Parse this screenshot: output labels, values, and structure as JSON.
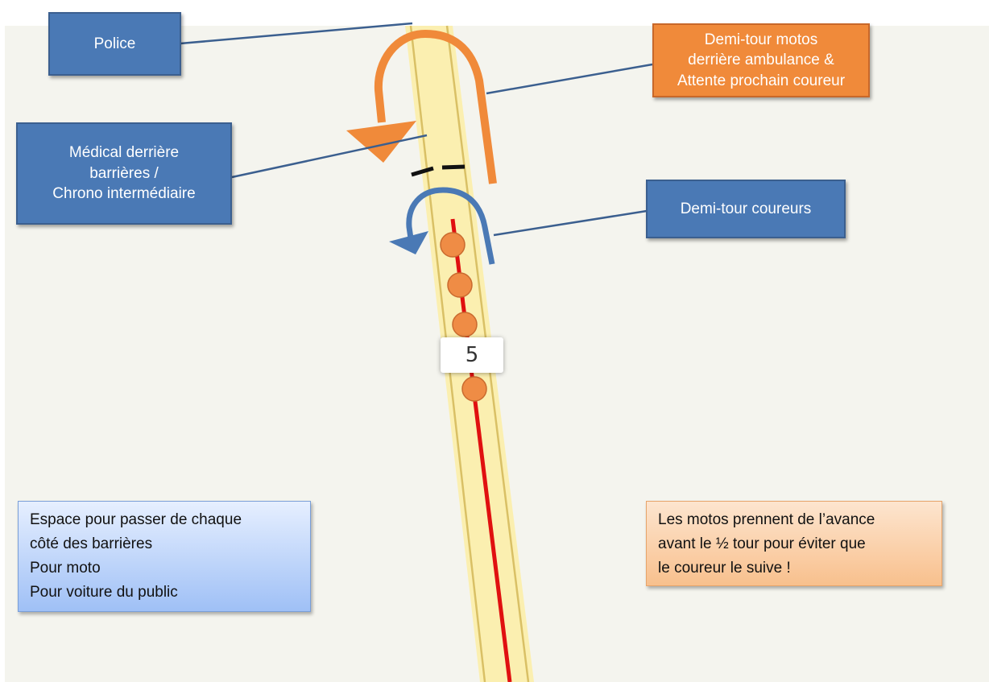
{
  "labels": {
    "police": "Police",
    "medical": "Médical derrière\nbarrières /\nChrono intermédiaire",
    "uturn_motos": "Demi-tour motos\nderrière ambulance &\nAttente prochain coureur",
    "uturn_runners": "Demi-tour coureurs"
  },
  "notes": {
    "space": "Espace pour passer de chaque\ncôté des barrières\n  Pour moto\n  Pour voiture du public",
    "motos_ahead": "Les motos prennent de l’avance\navant le ½ tour pour éviter que\nle coureur le suive !"
  },
  "map": {
    "km_marker": "5"
  },
  "colors": {
    "road_fill": "#fbefb0",
    "road_edge": "#d9c065",
    "route_line": "#e01010",
    "runner_dot": "#ef8c45",
    "moto_arrow": "#f08a3a",
    "runner_arrow": "#4a79b5",
    "label_blue": "#4a79b5",
    "label_orange": "#f08a3a"
  }
}
